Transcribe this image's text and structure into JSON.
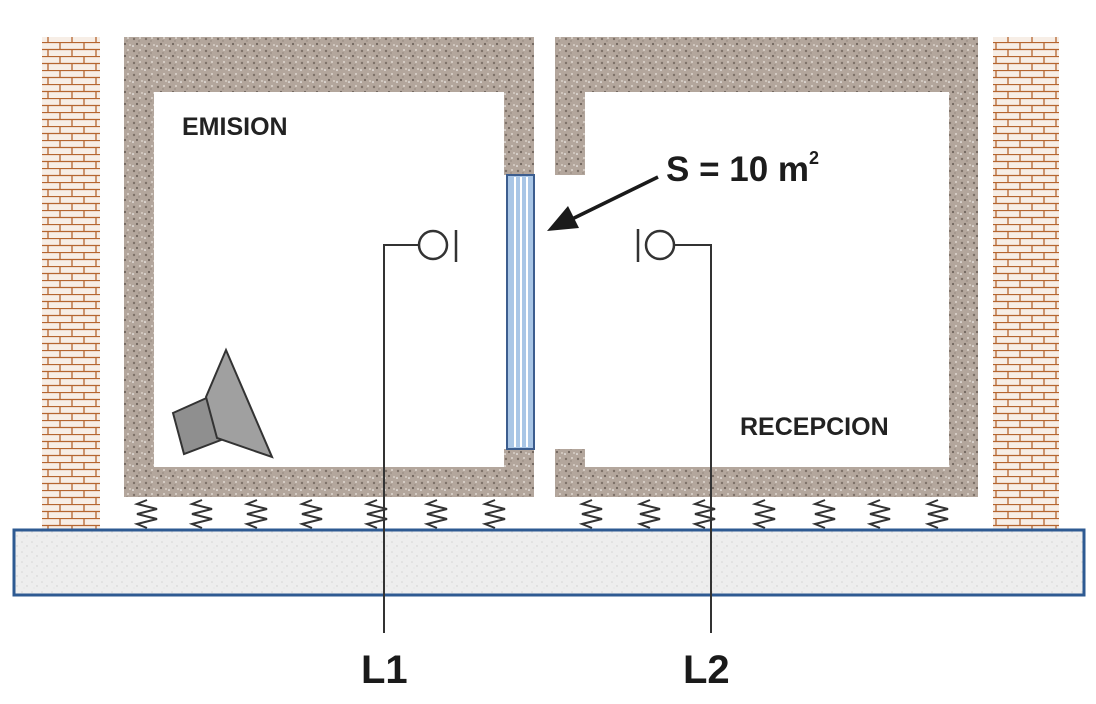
{
  "diagram": {
    "room_left": "EMISION",
    "room_right": "RECEPCION",
    "area": {
      "text": "S = 10 m",
      "superscript": "2"
    },
    "mic_left": "L1",
    "mic_right": "L2"
  },
  "colors": {
    "concrete": "#b3a69c",
    "brick_fill": "#f7eee6",
    "brick_mortar": "#b5652f",
    "window": "#a9c6e6",
    "window_border": "#3c5d8e",
    "slab_fill": "#eeeeee",
    "slab_border": "#2e5a92",
    "line": "#333333"
  },
  "icons": [
    "speaker-icon",
    "microphone-icon",
    "arrow-icon",
    "spring-icon"
  ]
}
